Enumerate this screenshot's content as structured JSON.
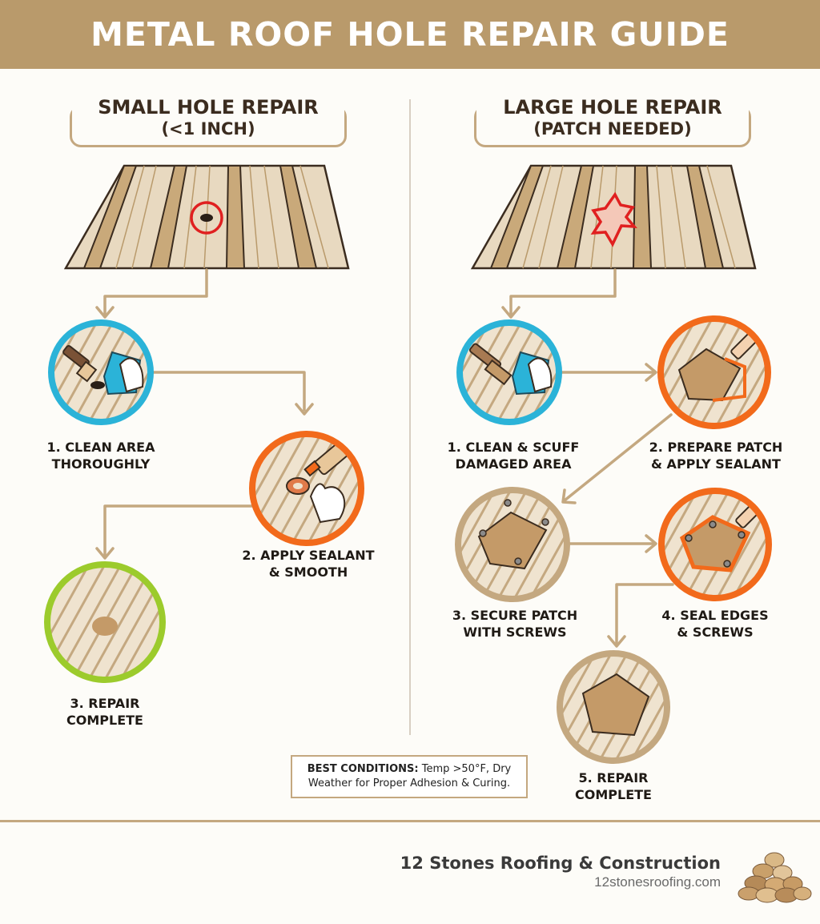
{
  "header": {
    "title": "METAL ROOF HOLE REPAIR GUIDE"
  },
  "small": {
    "title": "SMALL HOLE REPAIR",
    "subtitle": "(<1 INCH)",
    "steps": [
      {
        "line1": "1. CLEAN AREA",
        "line2": "THOROUGHLY"
      },
      {
        "line1": "2. APPLY SEALANT",
        "line2": "& SMOOTH"
      },
      {
        "line1": "3. REPAIR",
        "line2": "COMPLETE"
      }
    ]
  },
  "large": {
    "title": "LARGE HOLE REPAIR",
    "subtitle": "(PATCH NEEDED)",
    "steps": [
      {
        "line1": "1. CLEAN & SCUFF",
        "line2": "DAMAGED AREA"
      },
      {
        "line1": "2. PREPARE PATCH",
        "line2": "& APPLY SEALANT"
      },
      {
        "line1": "3. SECURE PATCH",
        "line2": "WITH SCREWS"
      },
      {
        "line1": "4. SEAL EDGES",
        "line2": "& SCREWS"
      },
      {
        "line1": "5. REPAIR",
        "line2": "COMPLETE"
      }
    ]
  },
  "note": {
    "label": "BEST CONDITIONS:",
    "text": "Temp >50°F, Dry Weather for Proper Adhesion & Curing."
  },
  "brand": {
    "name": "12 Stones Roofing & Construction",
    "url": "12stonesroofing.com"
  },
  "colors": {
    "tan": "#b99a6b",
    "blue_ring": "#2bb3d8",
    "orange_ring": "#f26a1b",
    "green_ring": "#9ccb2c",
    "tan_ring": "#c4a880",
    "hole_red": "#e02020"
  }
}
